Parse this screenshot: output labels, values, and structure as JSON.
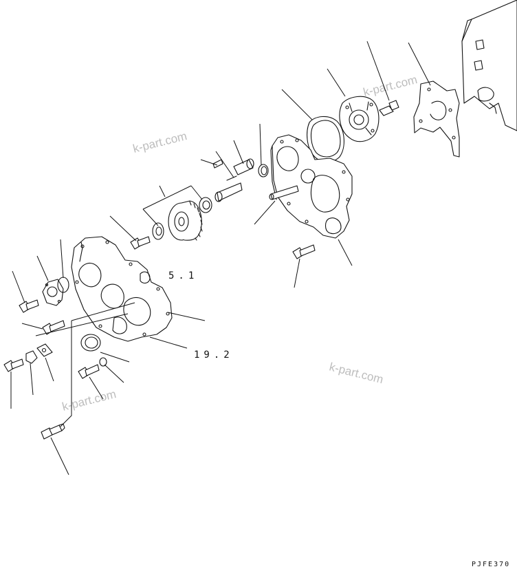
{
  "watermark": "k-part.com",
  "callouts": {
    "ref_5_1": "5.1",
    "ref_19_2": "19.2"
  },
  "drawing_code": "PJFE370",
  "colors": {
    "line": "#111111",
    "watermark": "#bdbdbd",
    "background": "#ffffff"
  }
}
